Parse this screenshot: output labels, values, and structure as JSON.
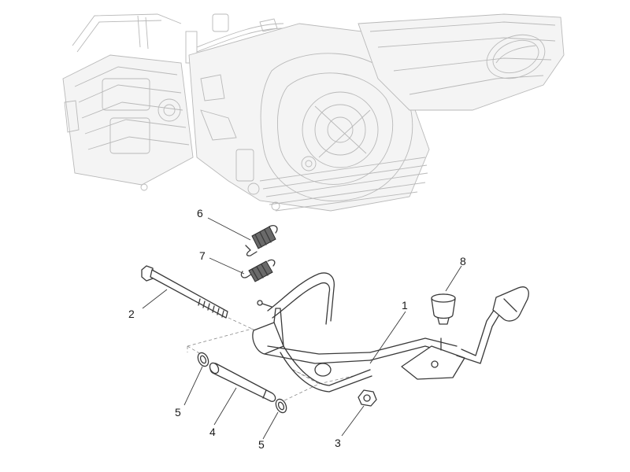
{
  "diagram": {
    "callouts": {
      "c1": "1",
      "c2": "2",
      "c3": "3",
      "c4": "4",
      "c5a": "5",
      "c5b": "5",
      "c6": "6",
      "c7": "7",
      "c8": "8"
    },
    "colors": {
      "ghost_engine": "#b9b9b9",
      "part_line": "#3a3a3a",
      "background": "#ffffff"
    }
  }
}
